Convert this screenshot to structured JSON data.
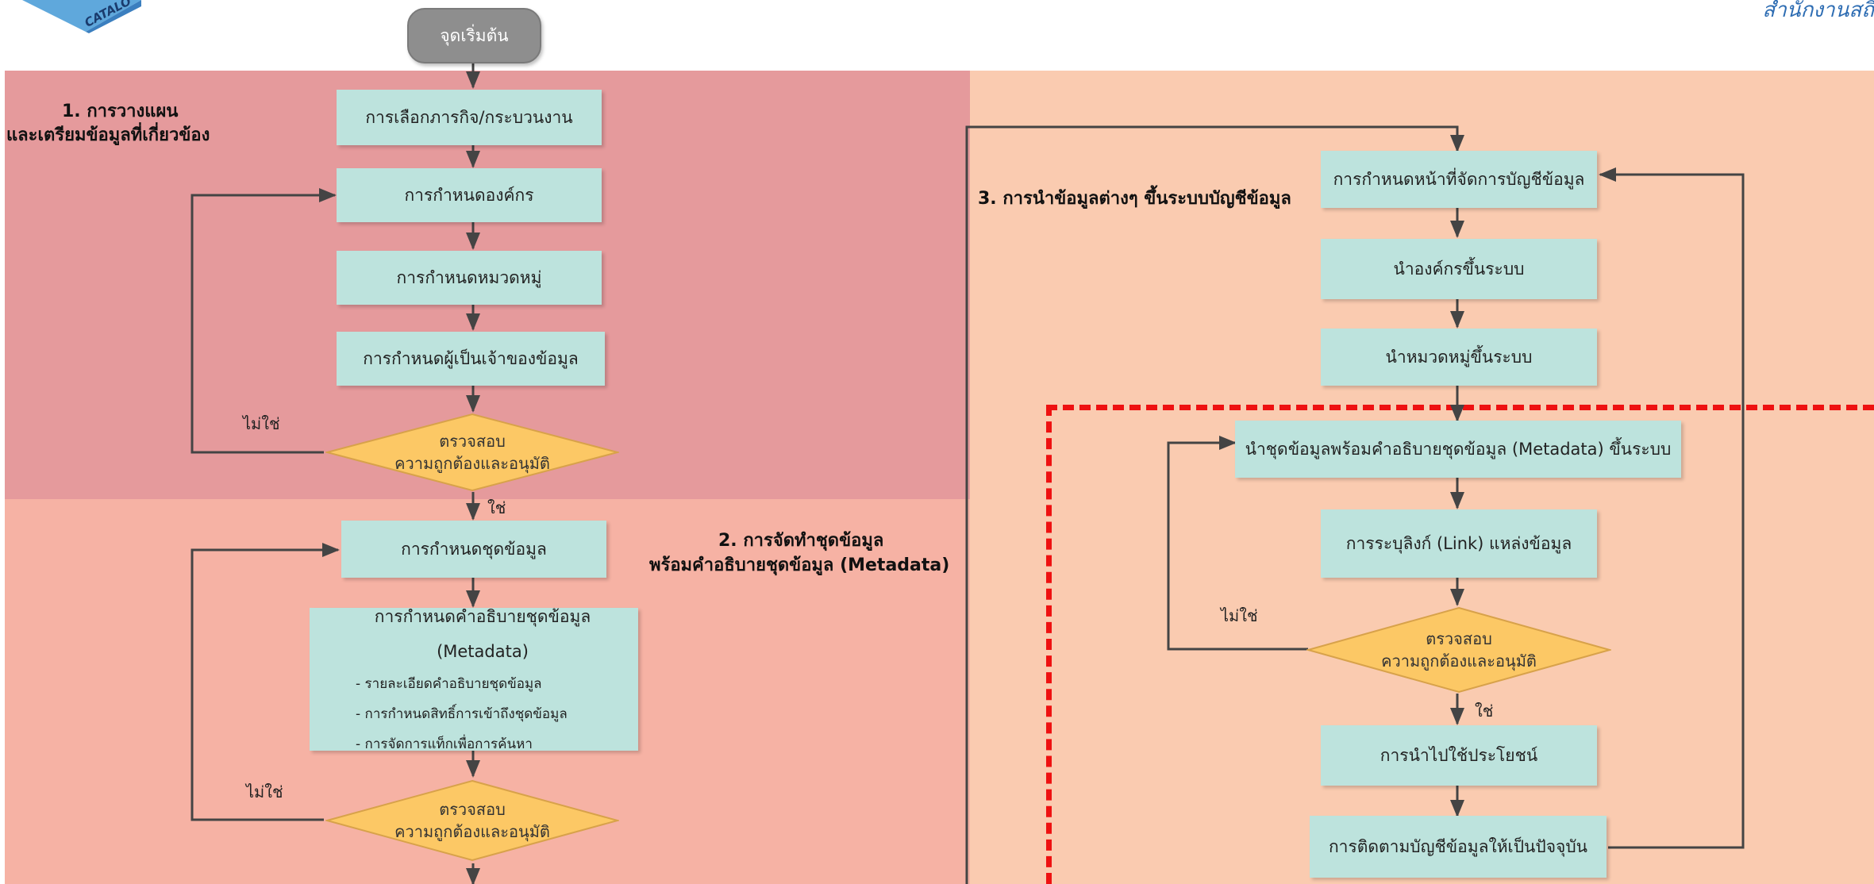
{
  "header": {
    "logo_text": "CATALO",
    "org_text": "สำนักงานสถิ"
  },
  "start": "จุดเริ่มต้น",
  "section1": {
    "title_line1": "1. การวางแผน",
    "title_line2": "และเตรียมข้อมูลที่เกี่ยวข้อง",
    "steps": [
      "การเลือกภารกิจ/กระบวนงาน",
      "การกำหนดองค์กร",
      "การกำหนดหมวดหมู่",
      "การกำหนดผู้เป็นเจ้าของข้อมูล"
    ],
    "decision_line1": "ตรวจสอบ",
    "decision_line2": "ความถูกต้องและอนุมัติ",
    "no_label": "ไม่ใช่",
    "yes_label": "ใช่"
  },
  "section2": {
    "title_line1": "2. การจัดทำชุดข้อมูล",
    "title_line2": "พร้อมคำอธิบายชุดข้อมูล (Metadata)",
    "step1": "การกำหนดชุดข้อมูล",
    "step2": {
      "main": "การกำหนดคำอธิบายชุดข้อมูล (Metadata)",
      "subs": [
        "- รายละเอียดคำอธิบายชุดข้อมูล",
        "- การกำหนดสิทธิ์การเข้าถึงชุดข้อมูล",
        "- การจัดการแท็กเพื่อการค้นหา"
      ]
    },
    "decision_line1": "ตรวจสอบ",
    "decision_line2": "ความถูกต้องและอนุมัติ",
    "no_label": "ไม่ใช่"
  },
  "section3": {
    "title": "3. การนำข้อมูลต่างๆ ขึ้นระบบบัญชีข้อมูล",
    "steps": [
      "การกำหนดหน้าที่จัดการบัญชีข้อมูล",
      "นำองค์กรขึ้นระบบ",
      "นำหมวดหมู่ขึ้นระบบ",
      "นำชุดข้อมูลพร้อมคำอธิบายชุดข้อมูล (Metadata) ขึ้นระบบ",
      "การระบุลิงก์ (Link) แหล่งข้อมูล"
    ],
    "decision_line1": "ตรวจสอบ",
    "decision_line2": "ความถูกต้องและอนุมัติ",
    "no_label": "ไม่ใช่",
    "yes_label": "ใช่",
    "after_steps": [
      "การนำไปใช้ประโยชน์",
      "การติดตามบัญชีข้อมูลให้เป็นปัจจุบัน"
    ]
  },
  "colors": {
    "band1": "#e59a9c",
    "band2": "#f6b2a4",
    "band3": "#facbb0",
    "step": "#bde3dd",
    "decision": "#fcc865",
    "highlight": "#ee1111"
  }
}
